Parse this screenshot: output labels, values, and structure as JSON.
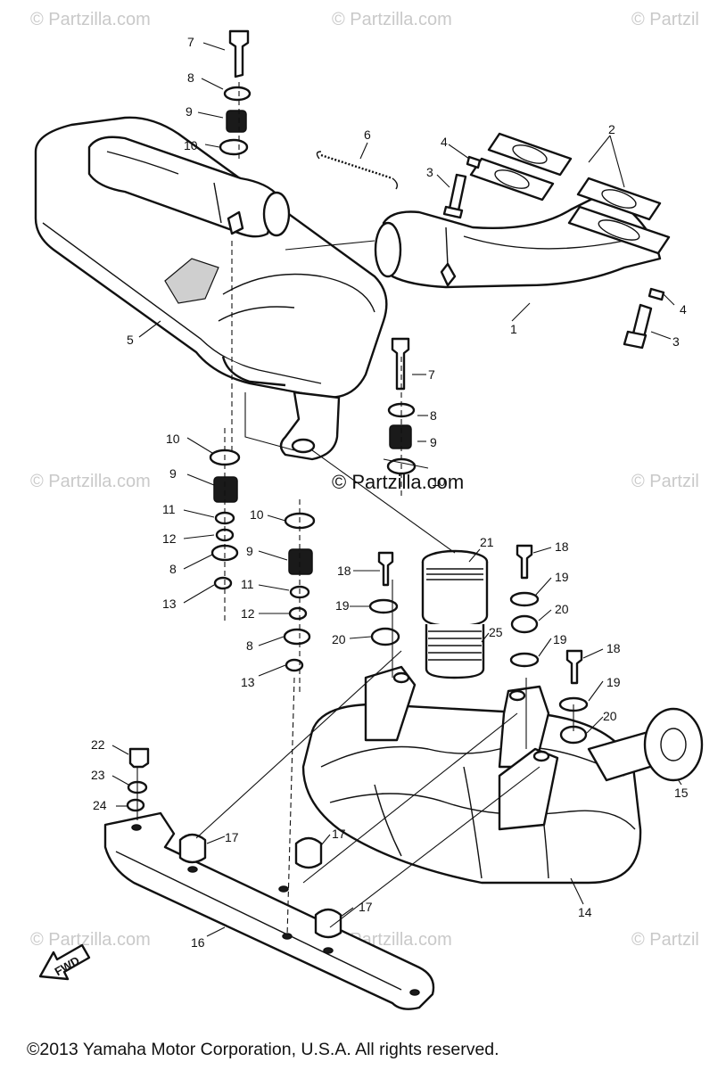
{
  "watermarks": [
    {
      "id": "wm-1",
      "text": "© Partzilla.com"
    },
    {
      "id": "wm-2",
      "text": "© Partzilla.com"
    },
    {
      "id": "wm-3",
      "text": "© Partzil"
    },
    {
      "id": "wm-4",
      "text": "© Partzilla.com"
    },
    {
      "id": "wm-5",
      "text": "© Partzil"
    },
    {
      "id": "wm-6",
      "text": "© Partzilla.com"
    },
    {
      "id": "wm-7",
      "text": "© Partzilla.com"
    },
    {
      "id": "wm-8",
      "text": "© Partzil"
    }
  ],
  "center_watermark": "© Partzilla.com",
  "part_labels": [
    {
      "id": "l-7a",
      "text": "7"
    },
    {
      "id": "l-8a",
      "text": "8"
    },
    {
      "id": "l-9a",
      "text": "9"
    },
    {
      "id": "l-10a",
      "text": "10"
    },
    {
      "id": "l-6",
      "text": "6"
    },
    {
      "id": "l-4a",
      "text": "4"
    },
    {
      "id": "l-3a",
      "text": "3"
    },
    {
      "id": "l-2",
      "text": "2"
    },
    {
      "id": "l-1",
      "text": "1"
    },
    {
      "id": "l-4b",
      "text": "4"
    },
    {
      "id": "l-3b",
      "text": "3"
    },
    {
      "id": "l-5",
      "text": "5"
    },
    {
      "id": "l-7b",
      "text": "7"
    },
    {
      "id": "l-8b",
      "text": "8"
    },
    {
      "id": "l-9b",
      "text": "9"
    },
    {
      "id": "l-10b",
      "text": "10"
    },
    {
      "id": "l-10c",
      "text": "10"
    },
    {
      "id": "l-9c",
      "text": "9"
    },
    {
      "id": "l-11a",
      "text": "11"
    },
    {
      "id": "l-12a",
      "text": "12"
    },
    {
      "id": "l-8c",
      "text": "8"
    },
    {
      "id": "l-13a",
      "text": "13"
    },
    {
      "id": "l-10d",
      "text": "10"
    },
    {
      "id": "l-9d",
      "text": "9"
    },
    {
      "id": "l-11b",
      "text": "11"
    },
    {
      "id": "l-12b",
      "text": "12"
    },
    {
      "id": "l-8d",
      "text": "8"
    },
    {
      "id": "l-13b",
      "text": "13"
    },
    {
      "id": "l-21",
      "text": "21"
    },
    {
      "id": "l-18a",
      "text": "18"
    },
    {
      "id": "l-19a",
      "text": "19"
    },
    {
      "id": "l-20a",
      "text": "20"
    },
    {
      "id": "l-25",
      "text": "25"
    },
    {
      "id": "l-18b",
      "text": "18"
    },
    {
      "id": "l-19b",
      "text": "19"
    },
    {
      "id": "l-20b",
      "text": "20"
    },
    {
      "id": "l-19c",
      "text": "19"
    },
    {
      "id": "l-18c",
      "text": "18"
    },
    {
      "id": "l-19d",
      "text": "19"
    },
    {
      "id": "l-20c",
      "text": "20"
    },
    {
      "id": "l-15",
      "text": "15"
    },
    {
      "id": "l-22",
      "text": "22"
    },
    {
      "id": "l-23",
      "text": "23"
    },
    {
      "id": "l-24",
      "text": "24"
    },
    {
      "id": "l-17a",
      "text": "17"
    },
    {
      "id": "l-17b",
      "text": "17"
    },
    {
      "id": "l-17c",
      "text": "17"
    },
    {
      "id": "l-14",
      "text": "14"
    },
    {
      "id": "l-16",
      "text": "16"
    }
  ],
  "fwd_label": "FWD",
  "copyright": "©2013  Yamaha Motor Corporation, U.S.A. All rights reserved."
}
